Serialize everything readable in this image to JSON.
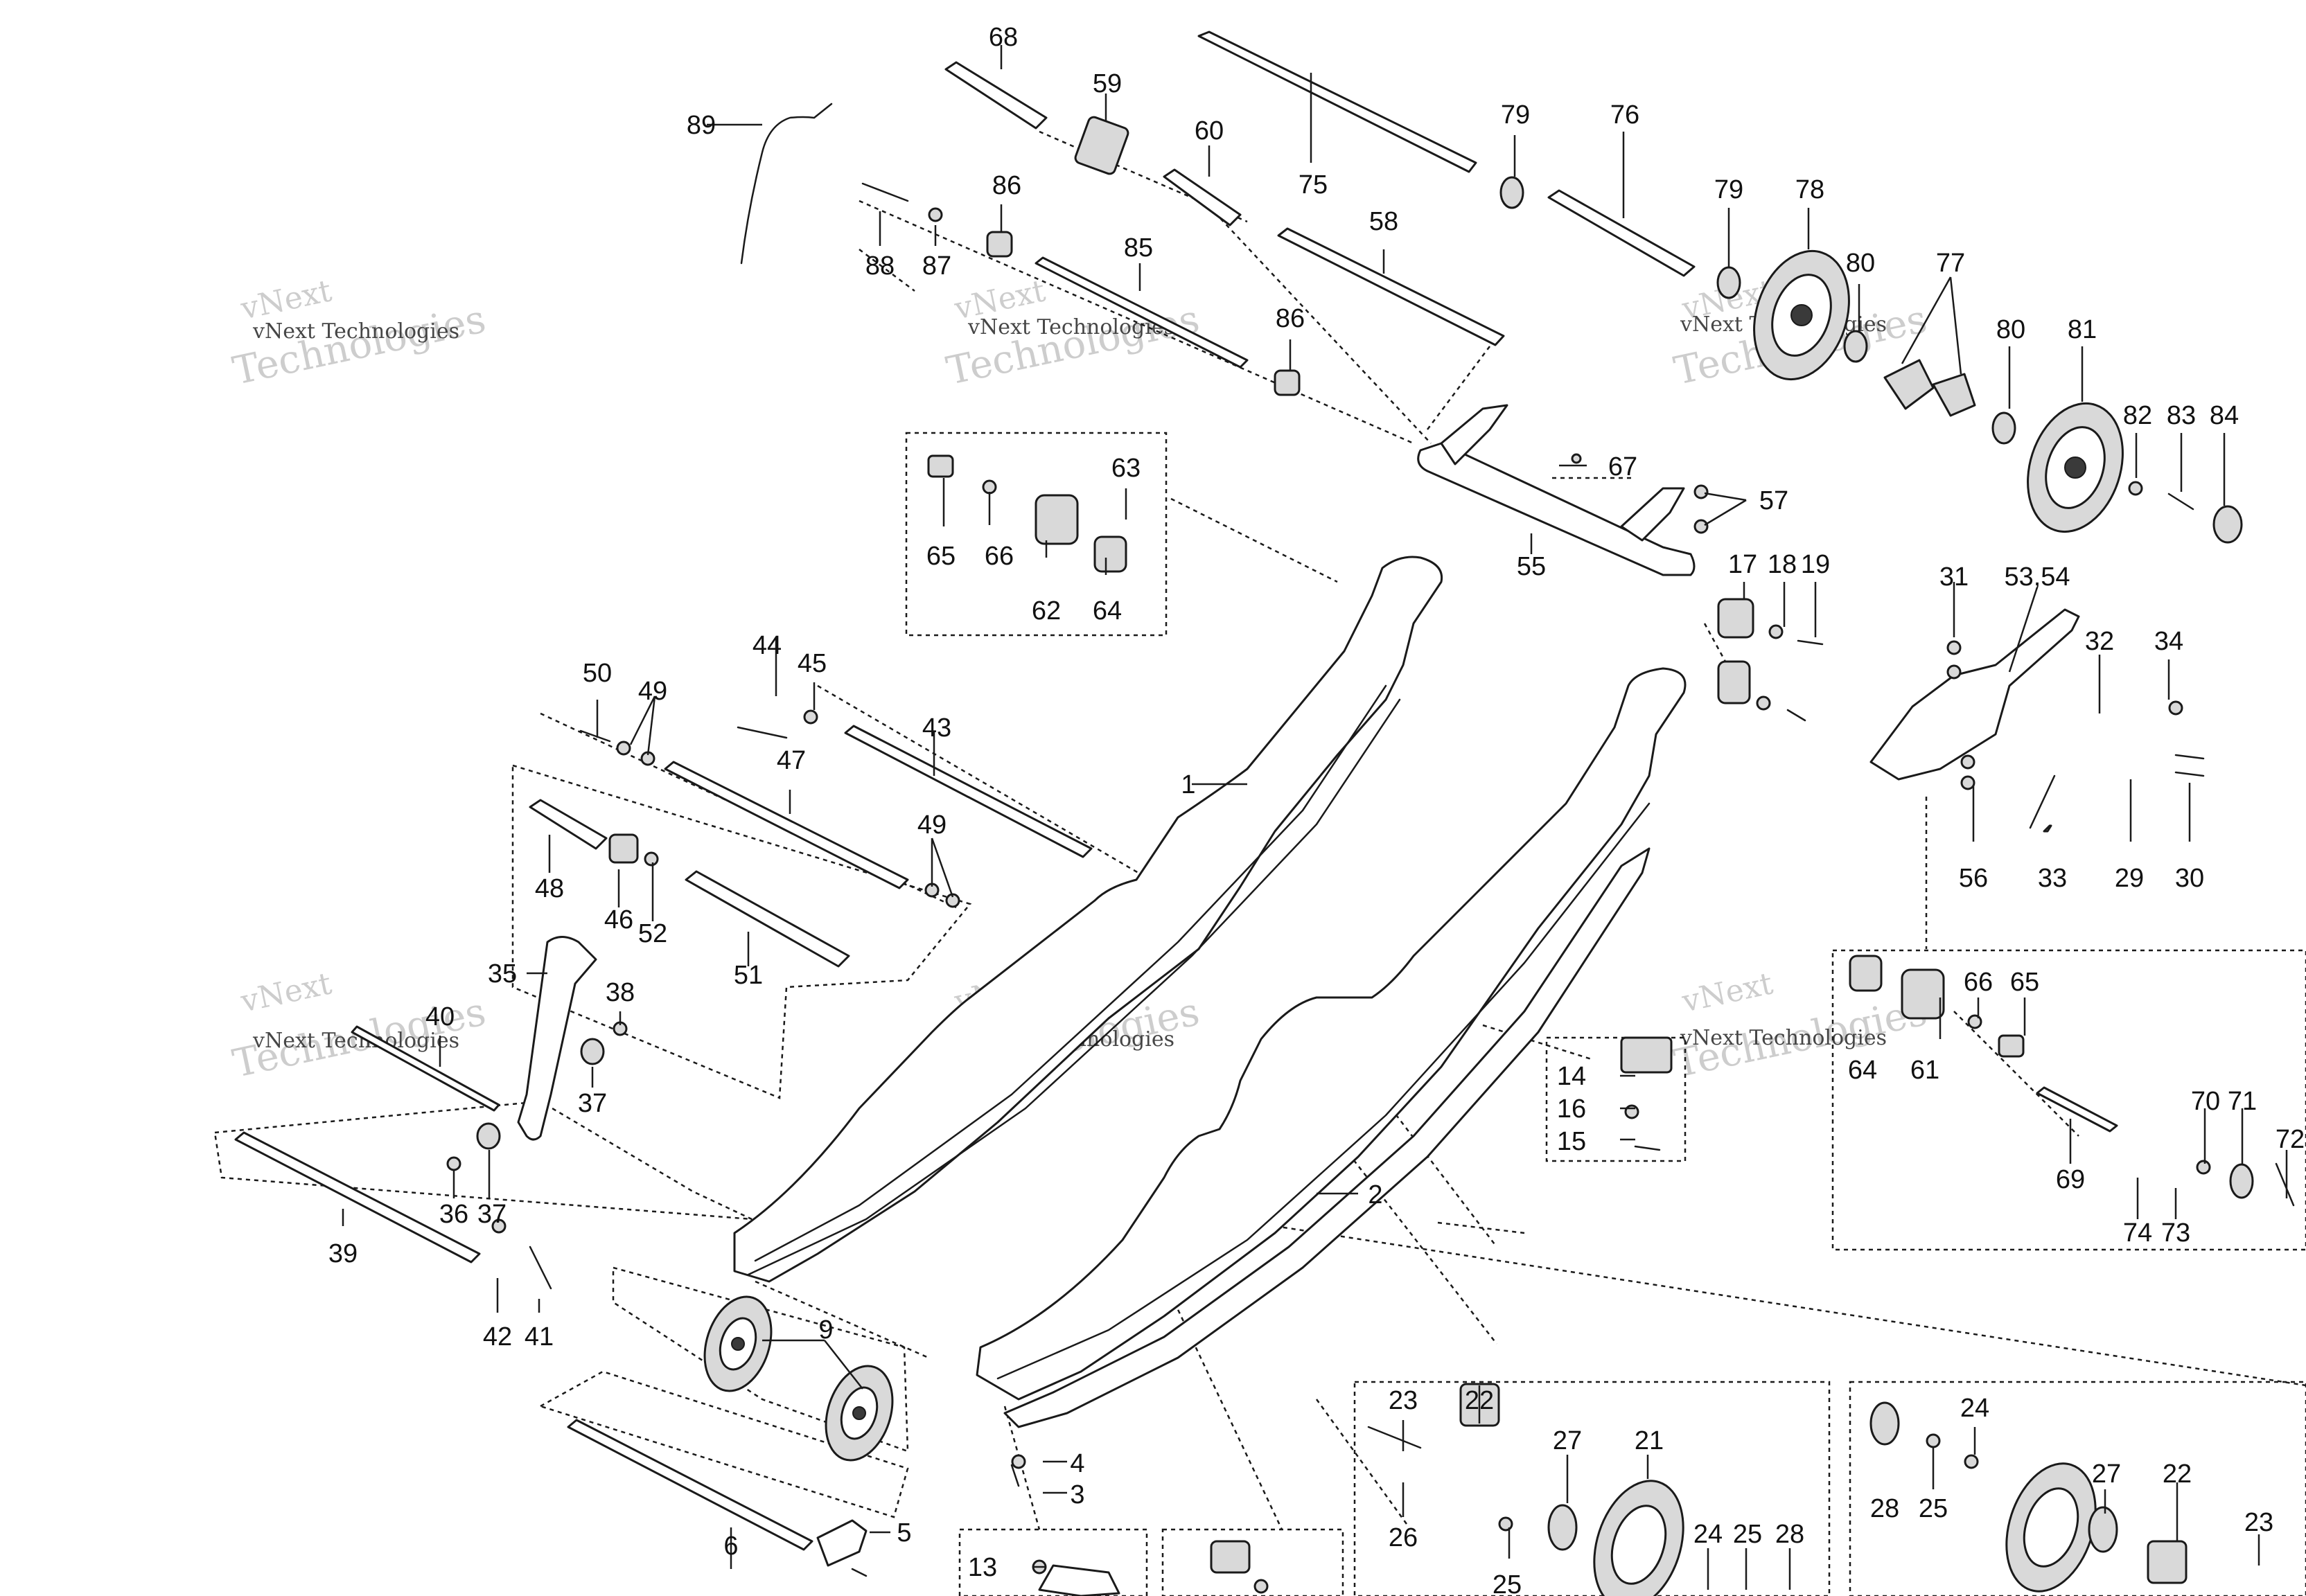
{
  "watermark": {
    "line1": "vNext Technologies",
    "line2": "vNext",
    "line3": "Technologies"
  },
  "callouts": {
    "c1": "1",
    "c2": "2",
    "c3": "3",
    "c4": "4",
    "c5": "5",
    "c6": "6",
    "c9": "9",
    "c13": "13",
    "c14": "14",
    "c15": "15",
    "c16": "16",
    "c17": "17",
    "c18": "18",
    "c19": "19",
    "c21": "21",
    "c22a": "22",
    "c22b": "22",
    "c23a": "23",
    "c23b": "23",
    "c24a": "24",
    "c24b": "24",
    "c25a": "25",
    "c25b": "25",
    "c25c": "25",
    "c26": "26",
    "c27a": "27",
    "c27b": "27",
    "c28a": "28",
    "c28b": "28",
    "c29": "29",
    "c30": "30",
    "c31": "31",
    "c32": "32",
    "c33": "33",
    "c34": "34",
    "c35": "35",
    "c36": "36",
    "c37a": "37",
    "c37b": "37",
    "c38": "38",
    "c39": "39",
    "c40": "40",
    "c41": "41",
    "c42": "42",
    "c43": "43",
    "c44": "44",
    "c45": "45",
    "c46": "46",
    "c47": "47",
    "c48": "48",
    "c49a": "49",
    "c49b": "49",
    "c50": "50",
    "c51": "51",
    "c52": "52",
    "c5354": "53,54",
    "c55": "55",
    "c56": "56",
    "c57": "57",
    "c58": "58",
    "c59": "59",
    "c60": "60",
    "c61": "61",
    "c62": "62",
    "c63": "63",
    "c64a": "64",
    "c64b": "64",
    "c65a": "65",
    "c65b": "65",
    "c66a": "66",
    "c66b": "66",
    "c67": "67",
    "c68": "68",
    "c69": "69",
    "c70": "70",
    "c71": "71",
    "c72": "72",
    "c73": "73",
    "c74": "74",
    "c75": "75",
    "c76": "76",
    "c77": "77",
    "c78": "78",
    "c79a": "79",
    "c79b": "79",
    "c80a": "80",
    "c80b": "80",
    "c81": "81",
    "c82": "82",
    "c83": "83",
    "c84": "84",
    "c85": "85",
    "c86a": "86",
    "c86b": "86",
    "c87": "87",
    "c88": "88",
    "c89": "89"
  }
}
